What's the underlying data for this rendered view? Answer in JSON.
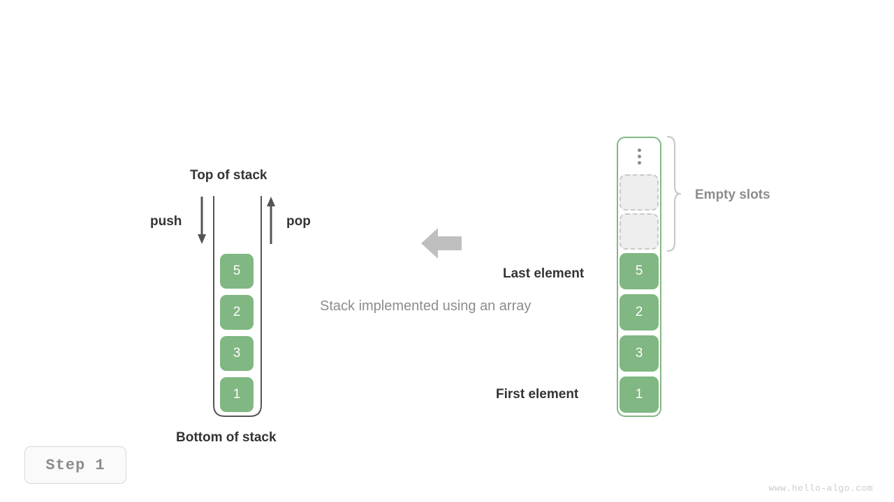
{
  "diagram": {
    "caption": "Stack implemented using an array",
    "step_badge": "Step  1",
    "watermark": "www.hello-algo.com",
    "colors": {
      "element_green": "#80b782",
      "array_border_green": "#82b882",
      "empty_slot_fill": "#eeeeee",
      "empty_slot_border": "#c9c9c9",
      "text_dark": "#333333",
      "text_gray": "#8c8c8c",
      "arrow_gray": "#555555",
      "transition_arrow": "#bfbfbf"
    }
  },
  "stack_view": {
    "top_label": "Top of stack",
    "bottom_label": "Bottom of stack",
    "push_label": "push",
    "pop_label": "pop",
    "push_icon": "arrow-down-icon",
    "pop_icon": "arrow-up-icon",
    "elements": [
      "5",
      "2",
      "3",
      "1"
    ]
  },
  "transition": {
    "icon": "arrow-left-icon"
  },
  "array_view": {
    "overflow_icon": "vertical-ellipsis-icon",
    "empty_slots_label": "Empty slots",
    "empty_slot_count": 2,
    "last_element_label": "Last element",
    "first_element_label": "First element",
    "elements": [
      "5",
      "2",
      "3",
      "1"
    ],
    "brace_icon": "curly-brace-icon"
  }
}
